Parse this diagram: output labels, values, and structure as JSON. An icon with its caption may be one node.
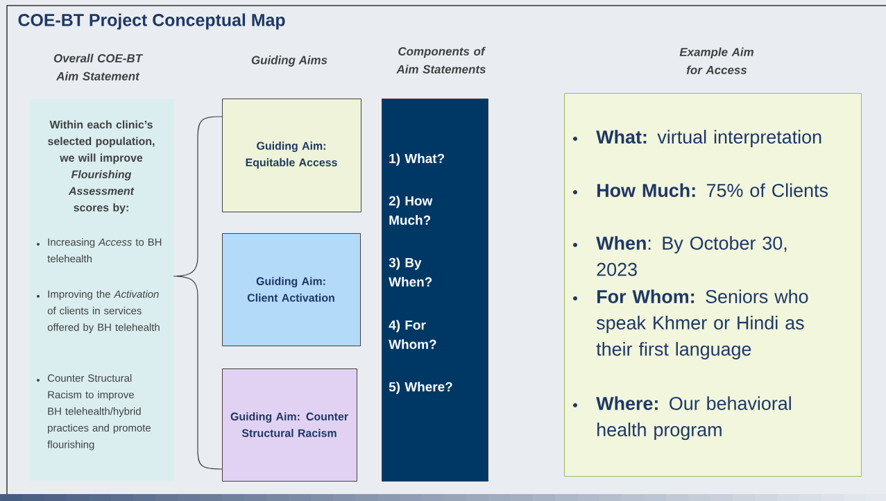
{
  "diagram": {
    "title": "COE-BT Project Conceptual Map",
    "nodes": [
      {
        "text": [
          "Overall COE-BT Aim Statement",
          "Within each clinic’s selected population, we will improve *Flourishing Assessment* scores by:",
          "Increasing *Access* to BH telehealth",
          "Improving the *Activation* of clients in services offered by BH telehealth",
          "Counter Structural Racism to improve BH telehealth/hybrid practices and promote flourishing"
        ]
      },
      {
        "text": [
          "Guiding Aim: Equitable Access"
        ]
      },
      {
        "text": [
          "Guiding Aim: Client Activation"
        ]
      },
      {
        "text": [
          "Guiding Aim: Counter Structural Racism"
        ]
      },
      {
        "text": [
          "Components of Aim Statements",
          "1) What?",
          "2) How Much?",
          "3) By When?",
          "4) For Whom?",
          "5) Where?"
        ]
      },
      {
        "text": [
          "Example Aim for Access",
          "**What:** virtual interpretation",
          "**How Much:** 75% of Clients",
          "**When**: By October 30, 2023",
          "**For Whom:** Seniors who speak Khmer or Hindi as their first language",
          "**Where:** Our behavioral health program"
        ]
      }
    ],
    "labels": [
      "Guiding Aims"
    ]
  }
}
